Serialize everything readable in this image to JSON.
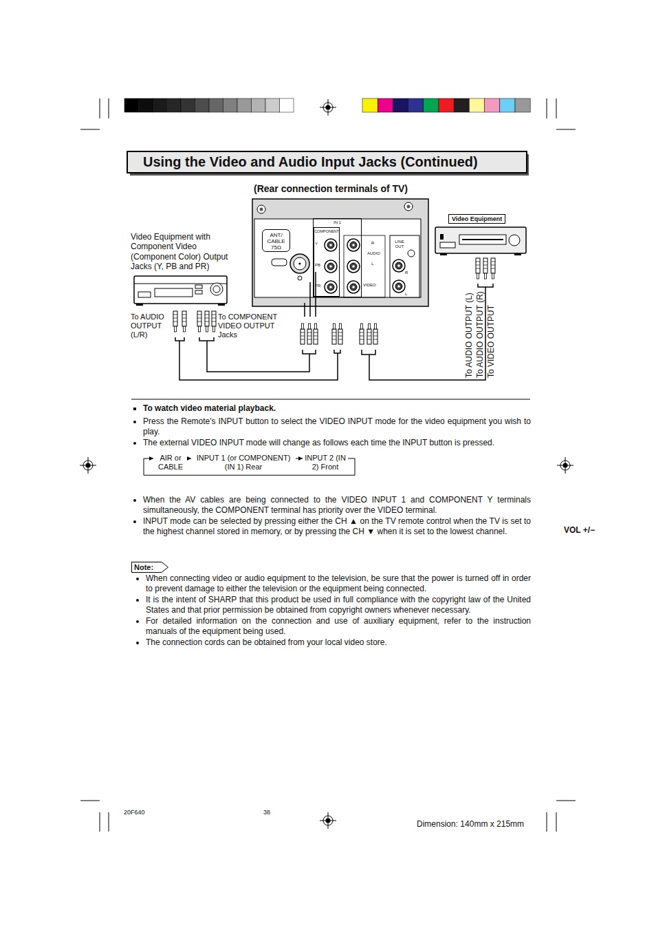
{
  "diagram": {
    "title": "Using the Video and Audio Input Jacks (Continued)",
    "nodes": [
      {
        "text": [
          "ANT/ CABLE 75Ω"
        ]
      },
      {
        "text": [
          "IN 1"
        ]
      },
      {
        "text": [
          "COMPONENT"
        ],
        "in": 1
      },
      {
        "text": [
          "Video Equipment"
        ]
      },
      {
        "text": [
          "AIR or CABLE"
        ]
      },
      {
        "text": [
          "INPUT 1 (or COMPONENT) (IN 1) Rear"
        ]
      },
      {
        "text": [
          "INPUT 2 (IN 2) Front"
        ]
      },
      {
        "text": [
          "Note:"
        ]
      }
    ],
    "edges": [
      {
        "from": 4,
        "to": 5,
        "arrow": "to"
      },
      {
        "from": 5,
        "to": 6,
        "arrow": "to"
      },
      {
        "from": 6,
        "to": 4,
        "arrow": "to"
      }
    ],
    "labels": [
      "(Rear connection terminals of TV)",
      "Video Equipment with Component Video (Component Color) Output Jacks (Y, PB and PR)",
      "To AUDIO OUTPUT (L/R)",
      "To COMPONENT VIDEO OUTPUT Jacks",
      "Y",
      "PB",
      "PR",
      "R",
      "AUDIO",
      "L",
      "VIDEO",
      "LINE OUT",
      "R",
      "L",
      "To AUDIO OUTPUT (L)",
      "To AUDIO OUTPUT (R)",
      "To VIDEO OUTPUT",
      "To watch video material playback.",
      "Press the Remote's INPUT button to select the VIDEO INPUT mode for the video equipment you wish to play.",
      "The external VIDEO INPUT mode will change as follows each time the INPUT button is pressed.",
      "When the AV cables are being connected to the VIDEO INPUT 1 and COMPONENT Y terminals simultaneously, the COMPONENT terminal has priority over the VIDEO terminal.",
      "INPUT mode can be selected by pressing either the CH ▲ on the TV remote control when the TV is set to the highest channel stored in memory, or by pressing the CH ▼ when it is set to the lowest channel.",
      "VOL +/−",
      "When connecting video or audio equipment to the television, be sure that the power is turned off in order to prevent damage to either the television or the equipment being connected.",
      "It is the intent of SHARP that this product be used in full compliance with the copyright law of the United States and that prior permission be obtained from copyright owners whenever necessary.",
      "For detailed information on the connection and use of auxiliary equipment, refer to the instruction manuals of the equipment being used.",
      "The connection cords can be obtained from your local video store.",
      "20F640",
      "38",
      "Dimension: 140mm x 215mm"
    ]
  }
}
